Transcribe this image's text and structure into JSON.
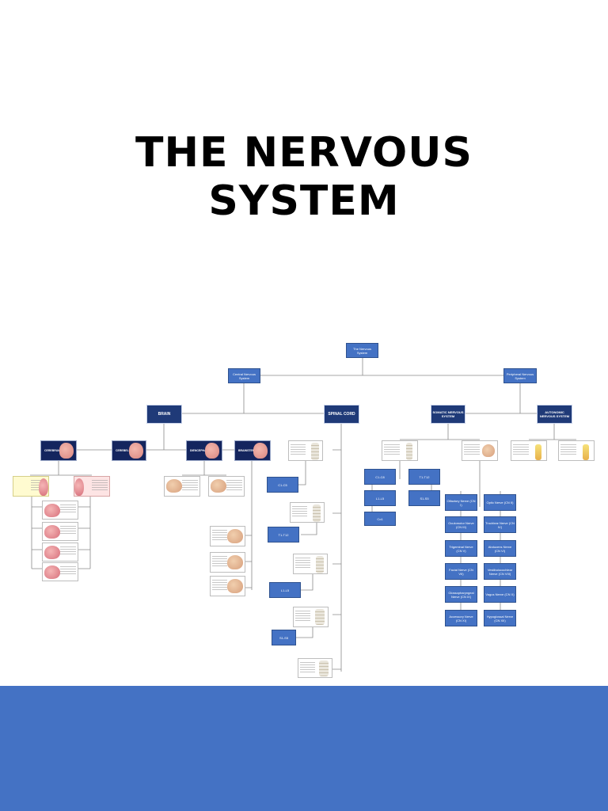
{
  "title": {
    "line1": "THE NERVOUS",
    "line2": "SYSTEM"
  },
  "colors": {
    "node_fill": "#4472c4",
    "node_dark": "#1f3a78",
    "footer": "#4472c4",
    "background": "#ffffff"
  },
  "diagram": {
    "root": "The Nervous System",
    "cns": "Central Nervous System",
    "pns": "Peripheral Nervous System",
    "brain": "BRAIN",
    "spinal_cord": "SPINAL CORD",
    "somatic": "SOMATIC NERVOUS SYSTEM",
    "autonomic": "AUTONOMIC NERVOUS SYSTEM",
    "brain_parts": {
      "cerebrum": "CEREBRUM",
      "cerebellum": "CEREBELLUM",
      "diencephalon": "DIENCEPHALON",
      "brainstem": "BRAINSTEM"
    },
    "spinal_segments": [
      "C1-C5",
      "T1-T12",
      "L1-L5",
      "S1-S5"
    ],
    "spinal_nerves": [
      "C1-C8",
      "T1-T12",
      "L1-L5",
      "S1-S5",
      "Co1"
    ],
    "cranial_nerves": [
      "Olfactory Nerve (CN I)",
      "Optic Nerve (CN II)",
      "Oculomotor Nerve (CN III)",
      "Trochlear Nerve (CN IV)",
      "Trigeminal Nerve (CN V)",
      "Abducens Nerve (CN VI)",
      "Facial Nerve (CN VII)",
      "Vestibulocochlear Nerve (CN VIII)",
      "Glossopharyngeal Nerve (CN IX)",
      "Vagus Nerve (CN X)",
      "Accessory Nerve (CN XI)",
      "Hypoglossal Nerve (CN XII)"
    ]
  }
}
